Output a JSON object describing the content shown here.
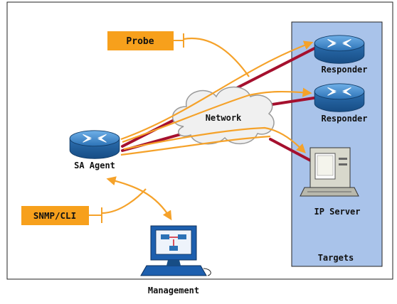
{
  "labels": {
    "probe": "Probe",
    "snmp": "SNMP/CLI",
    "network": "Network",
    "responder_top": "Responder",
    "responder_mid": "Responder",
    "ip_server": "IP Server",
    "targets": "Targets",
    "sa_agent": "SA Agent",
    "management": "Management"
  },
  "colors": {
    "callout_fill": "#f7a01c",
    "probe_arrow": "#f5a22a",
    "link_line": "#a5102e",
    "targets_panel": "#a9c3ea",
    "router_blue": "#2c72b6",
    "cloud_fill": "#f0f0f0"
  },
  "icons": {
    "router": "router-icon",
    "server": "server-icon",
    "management": "management-workstation-icon",
    "cloud": "network-cloud-icon"
  }
}
